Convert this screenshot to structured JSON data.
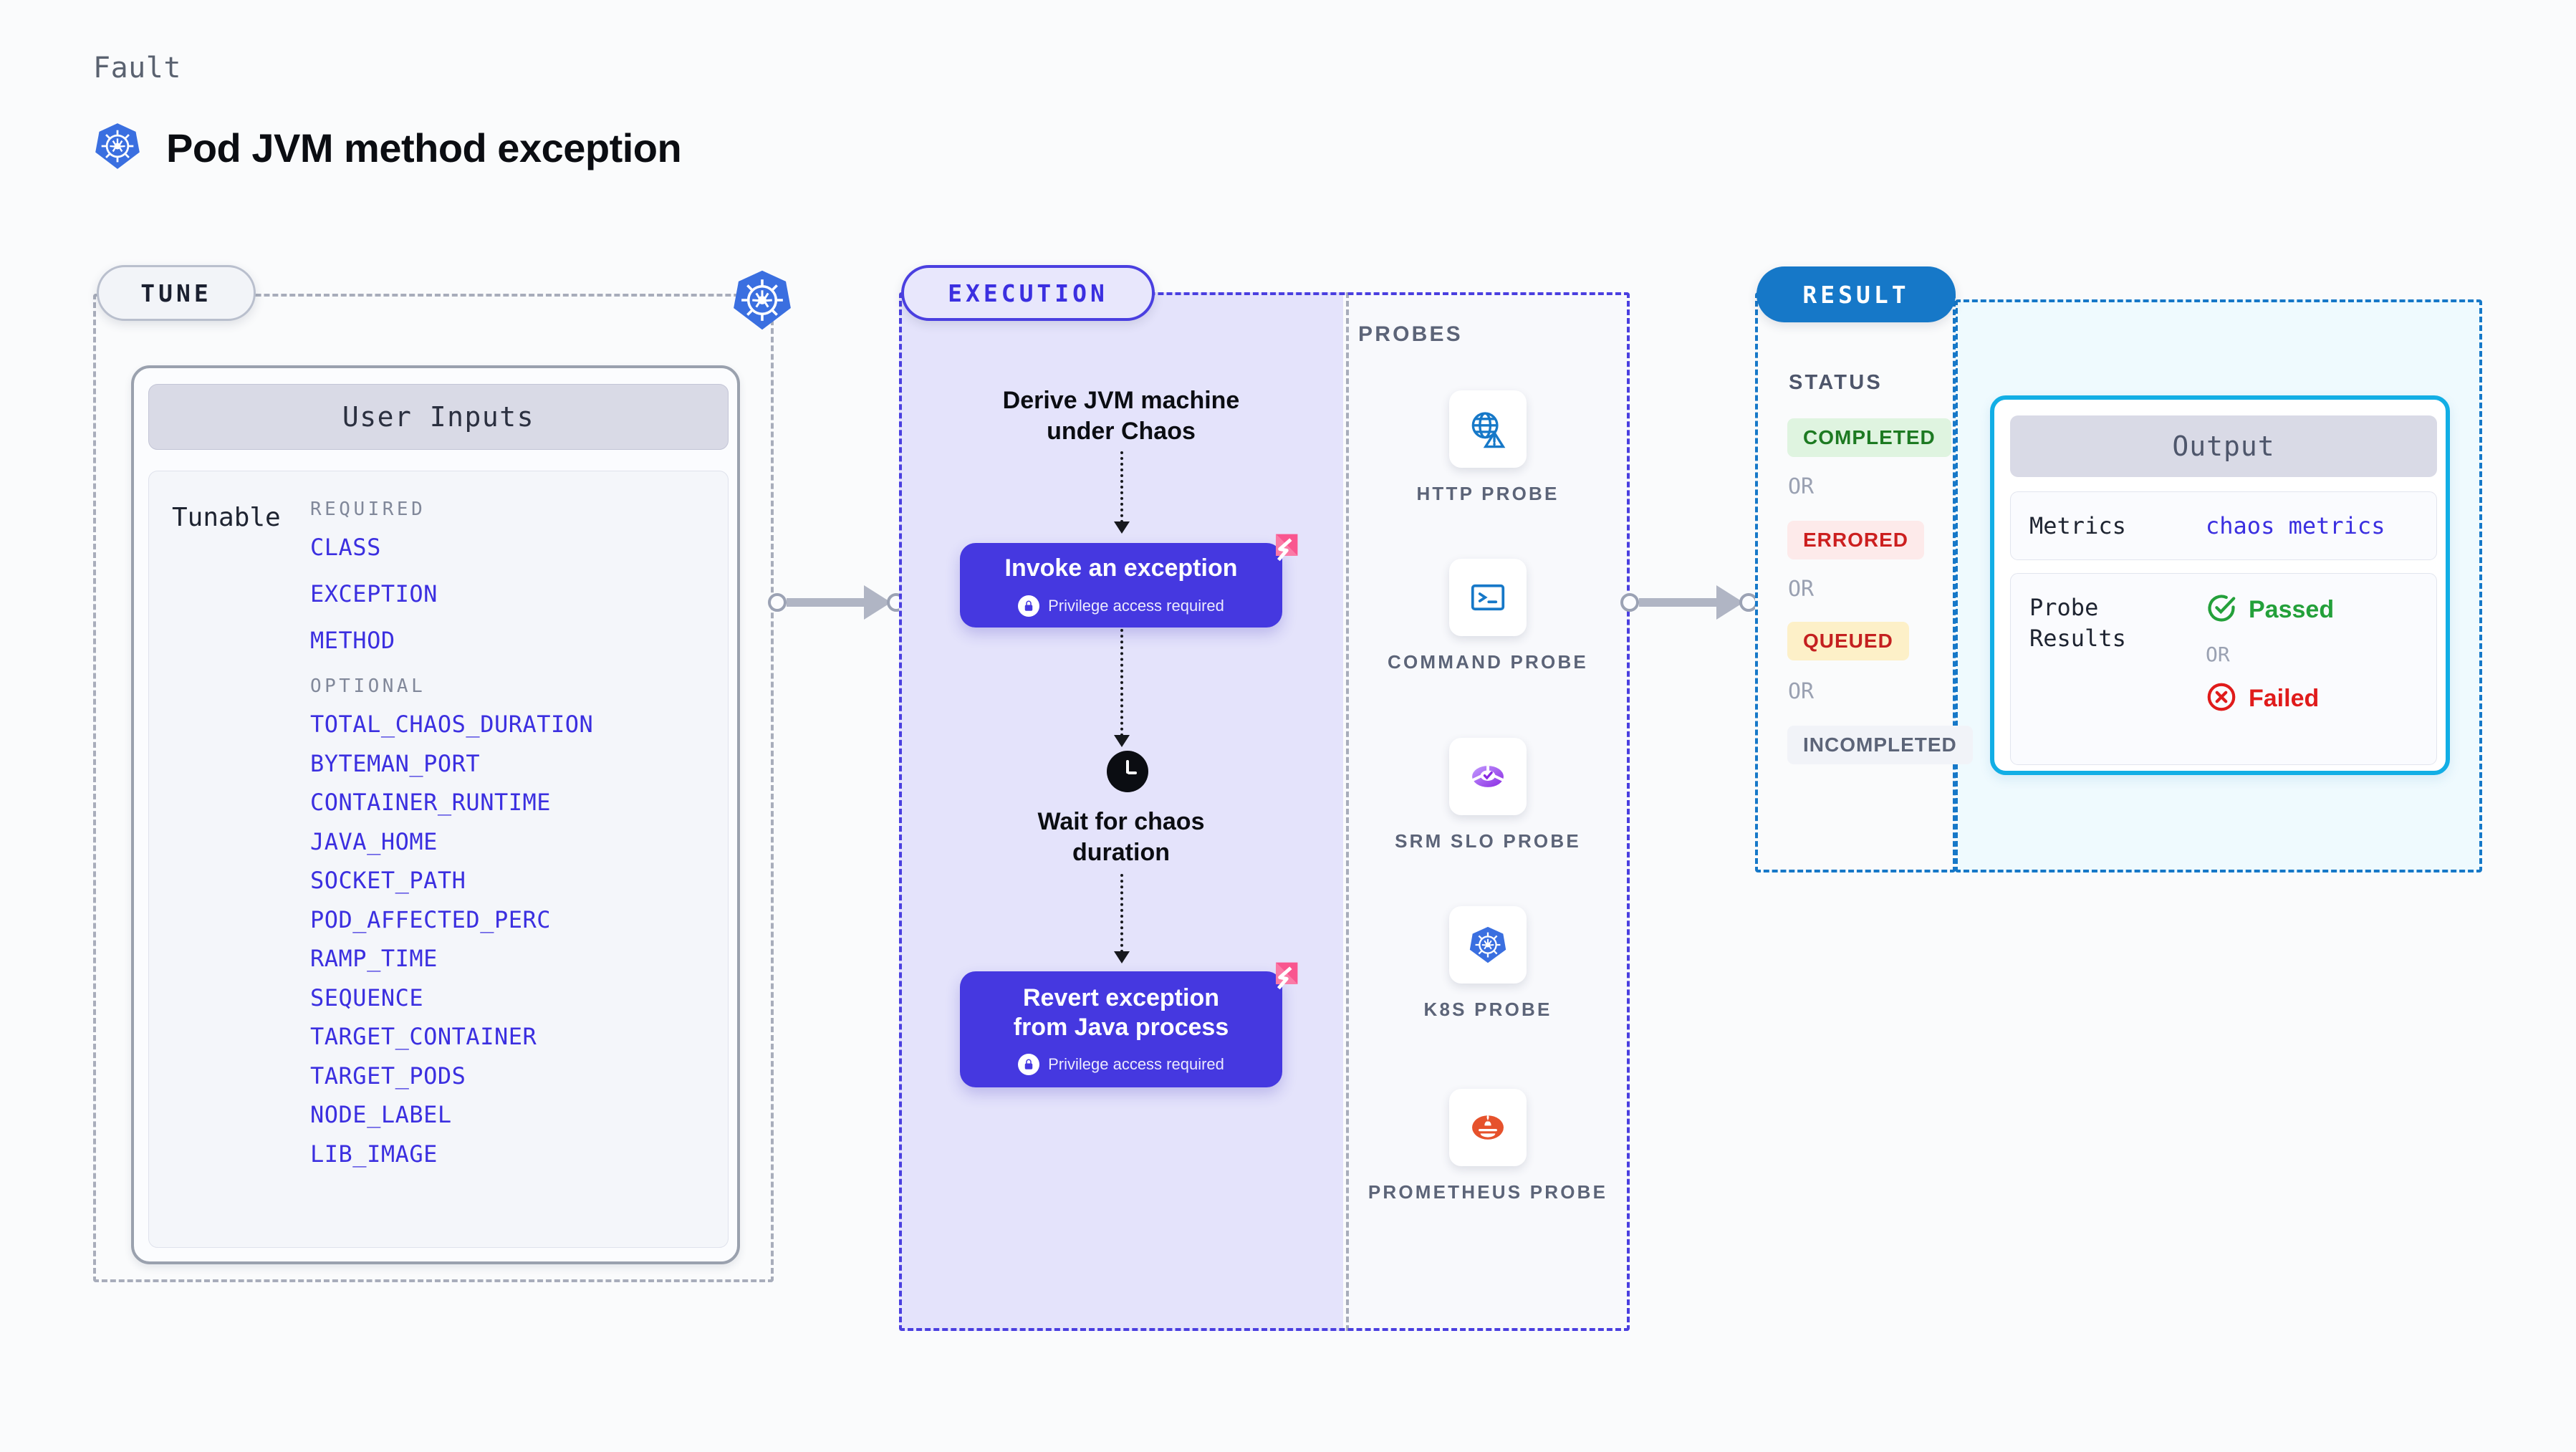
{
  "header": {
    "kicker": "Fault",
    "title": "Pod JVM method exception",
    "icon": "kubernetes-icon"
  },
  "tune": {
    "pill_label": "TUNE",
    "edge_icon": "kubernetes-icon",
    "card_title": "User Inputs",
    "row_label": "Tunable",
    "required_label": "REQUIRED",
    "optional_label": "OPTIONAL",
    "required": [
      "CLASS",
      "EXCEPTION",
      "METHOD"
    ],
    "optional": [
      "TOTAL_CHAOS_DURATION",
      "BYTEMAN_PORT",
      "CONTAINER_RUNTIME",
      "JAVA_HOME",
      "SOCKET_PATH",
      "POD_AFFECTED_PERC",
      "RAMP_TIME",
      "SEQUENCE",
      "TARGET_CONTAINER",
      "TARGET_PODS",
      "NODE_LABEL",
      "LIB_IMAGE"
    ]
  },
  "execution": {
    "pill_label": "EXECUTION",
    "steps": [
      {
        "kind": "text",
        "label": "Derive JVM machine\nunder Chaos"
      },
      {
        "kind": "action",
        "label": "Invoke an exception",
        "note": "Privilege access required",
        "badge": "fault-badge-icon",
        "note_icon": "lock-icon"
      },
      {
        "kind": "wait",
        "label": "Wait for chaos\nduration",
        "icon": "clock-icon"
      },
      {
        "kind": "action",
        "label": "Revert exception\nfrom Java process",
        "note": "Privilege access required",
        "badge": "fault-badge-icon",
        "note_icon": "lock-icon"
      }
    ]
  },
  "probes": {
    "section_label": "PROBES",
    "items": [
      {
        "name": "HTTP PROBE",
        "icon": "globe-warning-icon"
      },
      {
        "name": "COMMAND PROBE",
        "icon": "terminal-icon"
      },
      {
        "name": "SRM SLO PROBE",
        "icon": "slo-gauge-icon"
      },
      {
        "name": "K8S PROBE",
        "icon": "kubernetes-icon"
      },
      {
        "name": "PROMETHEUS PROBE",
        "icon": "prometheus-icon"
      }
    ]
  },
  "result": {
    "pill_label": "RESULT",
    "status_label": "STATUS",
    "or_label": "OR",
    "statuses": [
      {
        "label": "COMPLETED",
        "bg": "#dff4e0",
        "fg": "#1d7a22"
      },
      {
        "label": "ERRORED",
        "bg": "#fdeaea",
        "fg": "#cc1f1f"
      },
      {
        "label": "QUEUED",
        "bg": "#fdf0c8",
        "fg": "#c42020"
      },
      {
        "label": "INCOMPLETED",
        "bg": "#f1f3f8",
        "fg": "#5c6478"
      }
    ]
  },
  "output": {
    "card_title": "Output",
    "metrics_key": "Metrics",
    "metrics_value": "chaos metrics",
    "probe_results_key": "Probe\nResults",
    "passed_label": "Passed",
    "failed_label": "Failed",
    "or_label": "OR",
    "passed_icon": "check-circle-icon",
    "failed_icon": "x-circle-icon"
  },
  "colors": {
    "accent_purple": "#4538e0",
    "accent_blue": "#1678c8",
    "accent_cyan": "#12aee5",
    "param_link": "#3b2fe0",
    "k8s_blue": "#3a6fe0",
    "fault_pink": "#f9568f",
    "pass_green": "#23a03a",
    "fail_red": "#e01b1b"
  }
}
